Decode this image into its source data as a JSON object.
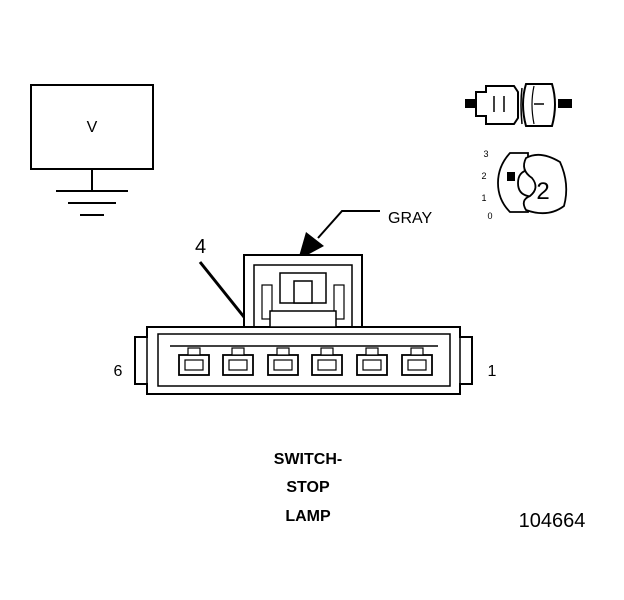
{
  "meter": {
    "label": "V"
  },
  "connector": {
    "wire_color": "GRAY",
    "terminal_callout": "4",
    "pin_left": "6",
    "pin_right": "1",
    "title_lines": [
      "SWITCH-",
      "STOP",
      "LAMP"
    ]
  },
  "selector_icon": {
    "positions": [
      "3",
      "2",
      "1",
      "0"
    ],
    "setting": "2"
  },
  "figure_number": "104664"
}
